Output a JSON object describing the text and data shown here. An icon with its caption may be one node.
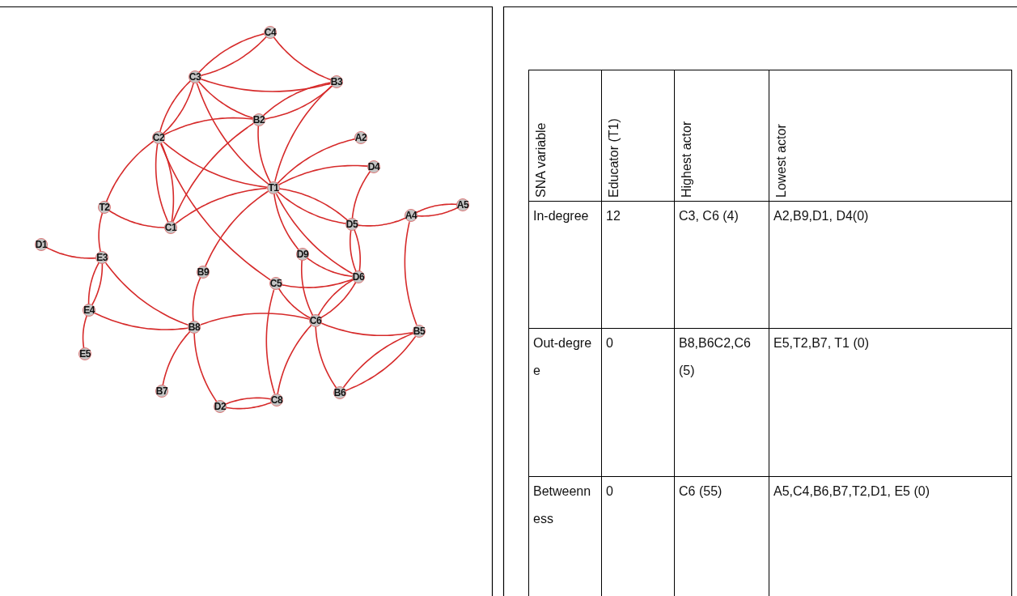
{
  "diagram": {
    "nodes": [
      {
        "text": [
          "C4"
        ]
      },
      {
        "text": [
          "C3"
        ]
      },
      {
        "text": [
          "B3"
        ]
      },
      {
        "text": [
          "B2"
        ]
      },
      {
        "text": [
          "C2"
        ]
      },
      {
        "text": [
          "A2"
        ]
      },
      {
        "text": [
          "D4"
        ]
      },
      {
        "text": [
          "T1"
        ]
      },
      {
        "text": [
          "T2"
        ]
      },
      {
        "text": [
          "C1"
        ]
      },
      {
        "text": [
          "D5"
        ]
      },
      {
        "text": [
          "A4"
        ]
      },
      {
        "text": [
          "A5"
        ]
      },
      {
        "text": [
          "D1"
        ]
      },
      {
        "text": [
          "E3"
        ]
      },
      {
        "text": [
          "B9"
        ]
      },
      {
        "text": [
          "D9"
        ]
      },
      {
        "text": [
          "C5"
        ]
      },
      {
        "text": [
          "D6"
        ]
      },
      {
        "text": [
          "E4"
        ]
      },
      {
        "text": [
          "C6"
        ]
      },
      {
        "text": [
          "B8"
        ]
      },
      {
        "text": [
          "B5"
        ]
      },
      {
        "text": [
          "E5"
        ]
      },
      {
        "text": [
          "B7"
        ]
      },
      {
        "text": [
          "D2"
        ]
      },
      {
        "text": [
          "C8"
        ]
      },
      {
        "text": [
          "B6"
        ]
      }
    ],
    "edges": [
      {
        "from": 0,
        "to": 1,
        "arrow": "none"
      },
      {
        "from": 1,
        "to": 0,
        "arrow": "none"
      },
      {
        "from": 0,
        "to": 2,
        "arrow": "none"
      },
      {
        "from": 1,
        "to": 2,
        "arrow": "none"
      },
      {
        "from": 1,
        "to": 3,
        "arrow": "none"
      },
      {
        "from": 1,
        "to": 7,
        "arrow": "none"
      },
      {
        "from": 1,
        "to": 4,
        "arrow": "none"
      },
      {
        "from": 4,
        "to": 1,
        "arrow": "none"
      },
      {
        "from": 2,
        "to": 3,
        "arrow": "none"
      },
      {
        "from": 3,
        "to": 2,
        "arrow": "none"
      },
      {
        "from": 2,
        "to": 7,
        "arrow": "none"
      },
      {
        "from": 4,
        "to": 3,
        "arrow": "none"
      },
      {
        "from": 4,
        "to": 7,
        "arrow": "none"
      },
      {
        "from": 4,
        "to": 9,
        "arrow": "none"
      },
      {
        "from": 9,
        "to": 4,
        "arrow": "none"
      },
      {
        "from": 4,
        "to": 8,
        "arrow": "none"
      },
      {
        "from": 4,
        "to": 17,
        "arrow": "none"
      },
      {
        "from": 3,
        "to": 7,
        "arrow": "none"
      },
      {
        "from": 3,
        "to": 9,
        "arrow": "none"
      },
      {
        "from": 7,
        "to": 9,
        "arrow": "none"
      },
      {
        "from": 5,
        "to": 7,
        "arrow": "none"
      },
      {
        "from": 6,
        "to": 7,
        "arrow": "none"
      },
      {
        "from": 6,
        "to": 10,
        "arrow": "none"
      },
      {
        "from": 7,
        "to": 10,
        "arrow": "none"
      },
      {
        "from": 10,
        "to": 7,
        "arrow": "none"
      },
      {
        "from": 7,
        "to": 16,
        "arrow": "none"
      },
      {
        "from": 7,
        "to": 18,
        "arrow": "none"
      },
      {
        "from": 7,
        "to": 15,
        "arrow": "none"
      },
      {
        "from": 10,
        "to": 11,
        "arrow": "none"
      },
      {
        "from": 11,
        "to": 12,
        "arrow": "none"
      },
      {
        "from": 12,
        "to": 11,
        "arrow": "none"
      },
      {
        "from": 11,
        "to": 22,
        "arrow": "none"
      },
      {
        "from": 10,
        "to": 18,
        "arrow": "none"
      },
      {
        "from": 18,
        "to": 10,
        "arrow": "none"
      },
      {
        "from": 16,
        "to": 18,
        "arrow": "none"
      },
      {
        "from": 16,
        "to": 20,
        "arrow": "none"
      },
      {
        "from": 17,
        "to": 18,
        "arrow": "none"
      },
      {
        "from": 17,
        "to": 20,
        "arrow": "none"
      },
      {
        "from": 18,
        "to": 20,
        "arrow": "none"
      },
      {
        "from": 20,
        "to": 18,
        "arrow": "none"
      },
      {
        "from": 20,
        "to": 22,
        "arrow": "none"
      },
      {
        "from": 20,
        "to": 27,
        "arrow": "none"
      },
      {
        "from": 20,
        "to": 26,
        "arrow": "none"
      },
      {
        "from": 17,
        "to": 26,
        "arrow": "none"
      },
      {
        "from": 21,
        "to": 20,
        "arrow": "none"
      },
      {
        "from": 22,
        "to": 27,
        "arrow": "none"
      },
      {
        "from": 27,
        "to": 22,
        "arrow": "none"
      },
      {
        "from": 8,
        "to": 9,
        "arrow": "none"
      },
      {
        "from": 8,
        "to": 14,
        "arrow": "none"
      },
      {
        "from": 13,
        "to": 14,
        "arrow": "none"
      },
      {
        "from": 14,
        "to": 19,
        "arrow": "none"
      },
      {
        "from": 19,
        "to": 14,
        "arrow": "none"
      },
      {
        "from": 14,
        "to": 21,
        "arrow": "none"
      },
      {
        "from": 19,
        "to": 21,
        "arrow": "none"
      },
      {
        "from": 19,
        "to": 23,
        "arrow": "none"
      },
      {
        "from": 15,
        "to": 21,
        "arrow": "none"
      },
      {
        "from": 21,
        "to": 24,
        "arrow": "none"
      },
      {
        "from": 21,
        "to": 25,
        "arrow": "none"
      },
      {
        "from": 25,
        "to": 26,
        "arrow": "none"
      },
      {
        "from": 26,
        "to": 25,
        "arrow": "none"
      }
    ],
    "labels": [
      "SNA variable",
      "Educator (T1)",
      "Highest actor",
      "Lowest actor",
      "In-degree",
      "12",
      "C3, C6 (4)",
      "A2,B9,D1, D4(0)",
      "Out-degree",
      "0",
      "B8,B6C2,C6 (5)",
      "E5,T2,B7, T1 (0)",
      "Betweenness",
      "0",
      "C6 (55)",
      "A5,C4,B6,B7,T2,D1, E5 (0)"
    ]
  }
}
